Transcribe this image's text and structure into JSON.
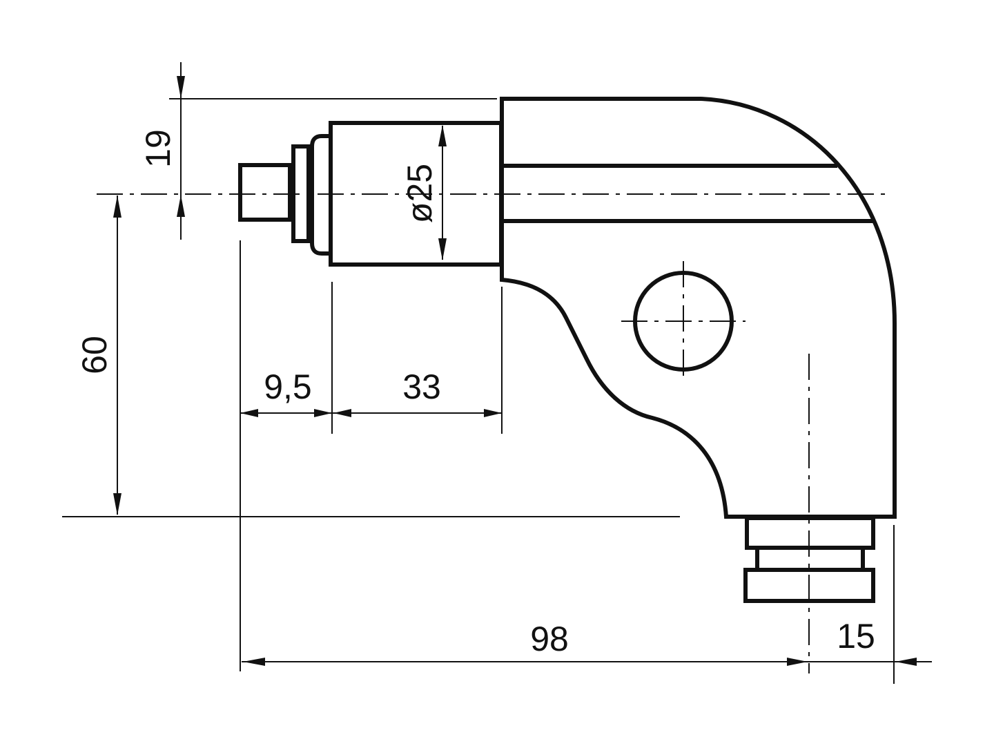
{
  "drawing": {
    "ink_color": "#111111",
    "background": "#ffffff",
    "dimensions": {
      "offset_height": "19",
      "diameter": "ø25",
      "height": "60",
      "pin_length": "9,5",
      "cylinder_length": "33",
      "overall_width": "98",
      "fitting_offset": "15"
    }
  }
}
